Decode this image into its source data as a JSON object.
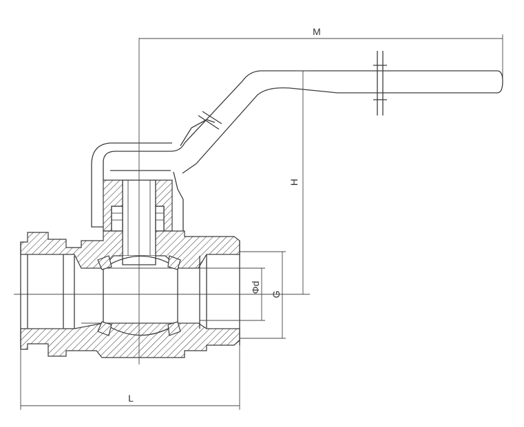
{
  "dimensions": {
    "M": "M",
    "H": "H",
    "phi_d": "Φd",
    "G": "G",
    "L": "L"
  },
  "colors": {
    "line": "#3a3a3a",
    "background": "#ffffff"
  }
}
